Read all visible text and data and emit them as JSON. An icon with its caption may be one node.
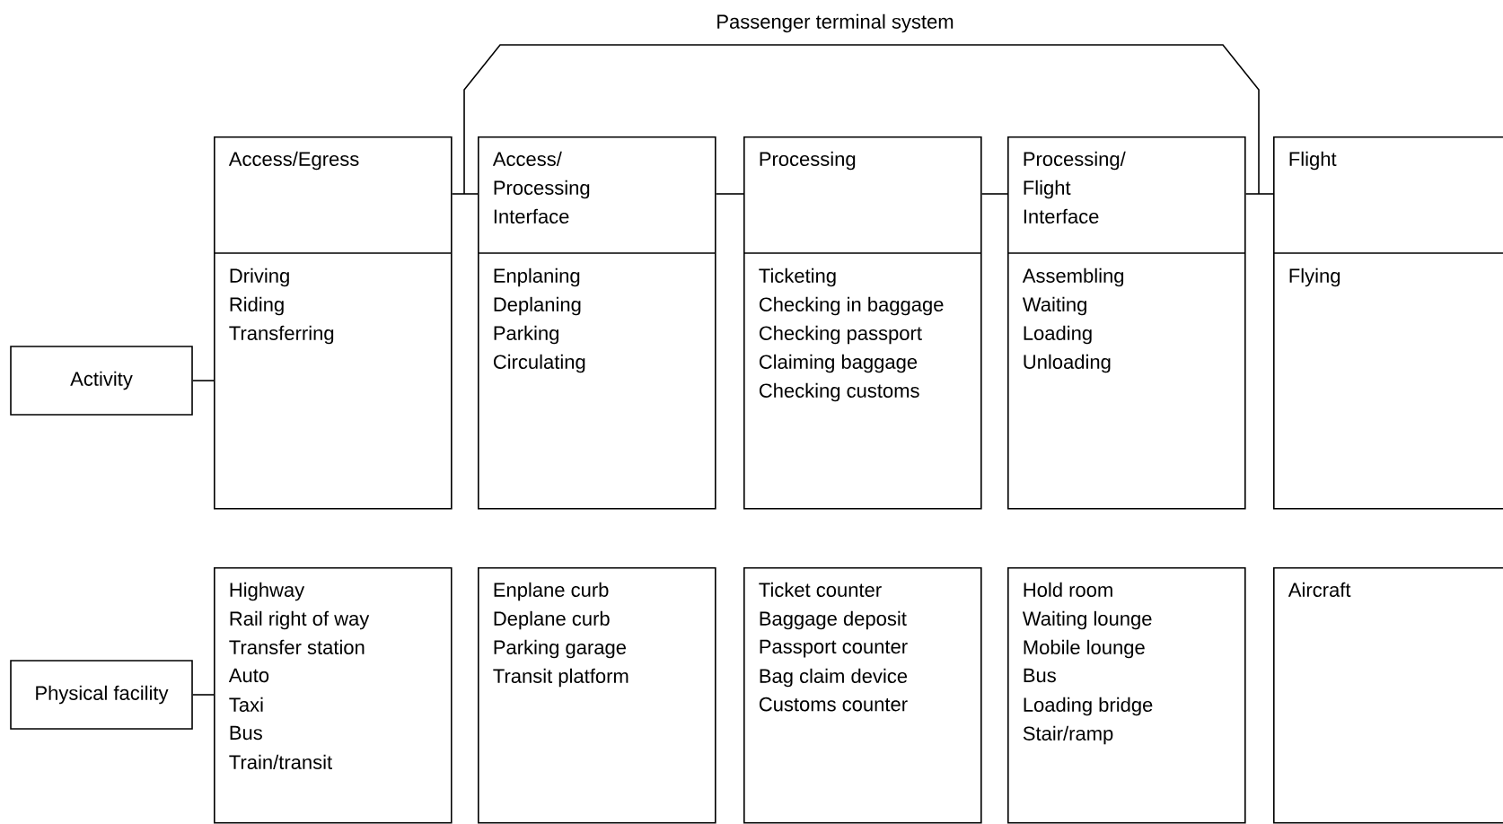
{
  "diagram": {
    "nodes": [
      {
        "text": [
          "Activity"
        ]
      },
      {
        "text": [
          "Access/Egress",
          "Driving",
          "Riding",
          "Transferring"
        ]
      },
      {
        "text": [
          "Access/ Processing Interface",
          "Enplaning",
          "Deplaning",
          "Parking",
          "Circulating"
        ]
      },
      {
        "text": [
          "Processing",
          "Ticketing",
          "Checking in baggage",
          "Checking passport",
          "Claiming baggage",
          "Checking customs"
        ]
      },
      {
        "text": [
          "Processing/ Flight Interface",
          "Assembling",
          "Waiting",
          "Loading",
          "Unloading"
        ]
      },
      {
        "text": [
          "Flight",
          "Flying"
        ]
      },
      {
        "text": [
          "Physical facility"
        ]
      },
      {
        "text": [
          "Highway",
          "Rail right of way",
          "Transfer station",
          "Auto",
          "Taxi",
          "Bus",
          "Train/transit"
        ]
      },
      {
        "text": [
          "Enplane curb",
          "Deplane curb",
          "Parking garage",
          "Transit platform"
        ]
      },
      {
        "text": [
          "Ticket counter",
          "Baggage deposit",
          "Passport counter",
          "Bag claim device",
          "Customs counter"
        ]
      },
      {
        "text": [
          "Hold room",
          "Waiting lounge",
          "Mobile lounge",
          "Bus",
          "Loading bridge",
          "Stair/ramp"
        ]
      },
      {
        "text": [
          "Aircraft"
        ]
      }
    ],
    "edges": [
      {
        "from": 0,
        "to": 1,
        "arrow": "none"
      },
      {
        "from": 1,
        "to": 2,
        "arrow": "none"
      },
      {
        "from": 2,
        "to": 3,
        "arrow": "none"
      },
      {
        "from": 3,
        "to": 4,
        "arrow": "none"
      },
      {
        "from": 4,
        "to": 5,
        "arrow": "none"
      },
      {
        "from": 6,
        "to": 7,
        "arrow": "none"
      }
    ],
    "labels": [
      "Passenger terminal system"
    ]
  }
}
